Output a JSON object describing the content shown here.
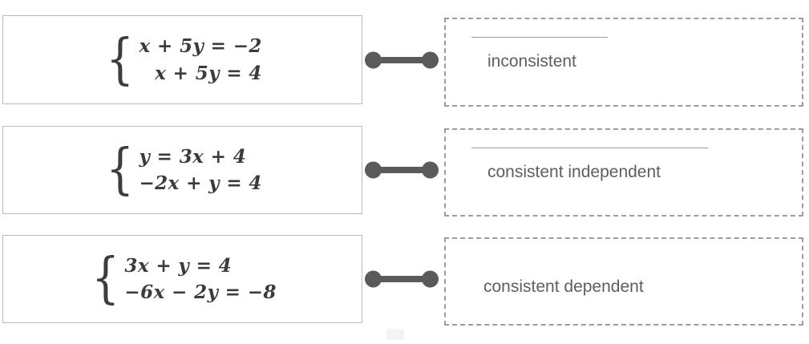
{
  "exercise": {
    "type": "matching-activity",
    "rows": [
      {
        "id": "row-1",
        "system": {
          "brace": "{",
          "equations": [
            "x + 5y = −2",
            "x + 5y = 4"
          ]
        },
        "connector": {
          "icon": "dumbbell-connector",
          "connected": true
        },
        "answer": {
          "label": "inconsistent",
          "has_rule": true,
          "rule_width": "w-short"
        }
      },
      {
        "id": "row-2",
        "system": {
          "brace": "{",
          "equations": [
            "y = 3x + 4",
            "−2x + y = 4"
          ]
        },
        "connector": {
          "icon": "dumbbell-connector",
          "connected": true
        },
        "answer": {
          "label": "consistent independent",
          "has_rule": true,
          "rule_width": "w-long"
        }
      },
      {
        "id": "row-3",
        "system": {
          "brace": "{",
          "equations": [
            "3x + y = 4",
            "−6x − 2y = −8"
          ]
        },
        "connector": {
          "icon": "dumbbell-connector",
          "connected": true
        },
        "answer": {
          "label": "consistent dependent",
          "has_rule": false,
          "rule_width": "hidden"
        }
      }
    ]
  },
  "colors": {
    "equation_box_border": "#b9bcbe",
    "answer_box_border": "#9a9da0",
    "connector": "#5a5a5a",
    "equation_text": "#3b3b3b",
    "answer_text": "#5c5f61",
    "rule": "#9b9b9b",
    "background": "#ffffff"
  }
}
